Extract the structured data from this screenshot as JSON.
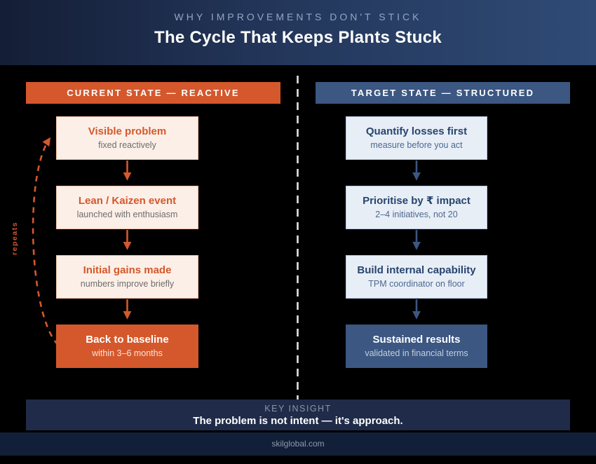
{
  "header": {
    "eyebrow": "WHY IMPROVEMENTS DON'T STICK",
    "title": "The Cycle That Keeps Plants Stuck"
  },
  "left_column": {
    "banner": "CURRENT STATE — REACTIVE",
    "loop_label": "repeats",
    "steps": [
      {
        "title": "Visible problem",
        "subtitle": "fixed reactively"
      },
      {
        "title": "Lean / Kaizen event",
        "subtitle": "launched with enthusiasm"
      },
      {
        "title": "Initial gains made",
        "subtitle": "numbers improve briefly"
      },
      {
        "title": "Back to baseline",
        "subtitle": "within 3–6 months"
      }
    ]
  },
  "right_column": {
    "banner": "TARGET STATE — STRUCTURED",
    "steps": [
      {
        "title": "Quantify losses first",
        "subtitle": "measure before you act"
      },
      {
        "title": "Prioritise by ₹ impact",
        "subtitle": "2–4 initiatives, not 20"
      },
      {
        "title": "Build internal capability",
        "subtitle": "TPM coordinator on floor"
      },
      {
        "title": "Sustained results",
        "subtitle": "validated in financial terms"
      }
    ]
  },
  "key_insight": {
    "label": "KEY INSIGHT",
    "text": "The problem is not intent — it's approach."
  },
  "footer": {
    "site": "skilglobal.com"
  },
  "colors": {
    "accent_orange": "#d4582c",
    "accent_blue": "#3b5782",
    "header_gradient_start": "#141e36",
    "header_gradient_end": "#2f4b76",
    "left_box_bg": "#fcefe7",
    "right_box_bg": "#e8eef6",
    "insight_bar_bg": "#1f2b48",
    "footer_bg": "#121f38",
    "divider": "#e0e4ea"
  }
}
